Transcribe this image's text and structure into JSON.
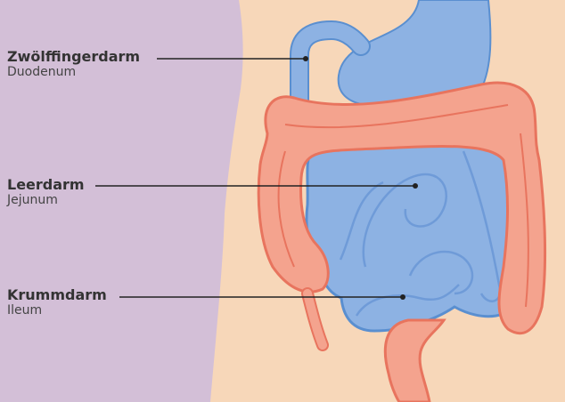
{
  "labels": [
    {
      "title": "Zwölffingerdarm",
      "subtitle": "Duodenum"
    },
    {
      "title": "Leerdarm",
      "subtitle": "Jejunum"
    },
    {
      "title": "Krummdarm",
      "subtitle": "Ileum"
    }
  ],
  "colors": {
    "background": "#d3bfd7",
    "skin": "#f7d7b9",
    "small_intestine": "#8db2e3",
    "small_intestine_outline": "#5a8fd0",
    "large_intestine": "#f4a38e",
    "large_intestine_outline": "#e8745e",
    "leader_line": "#222222"
  }
}
